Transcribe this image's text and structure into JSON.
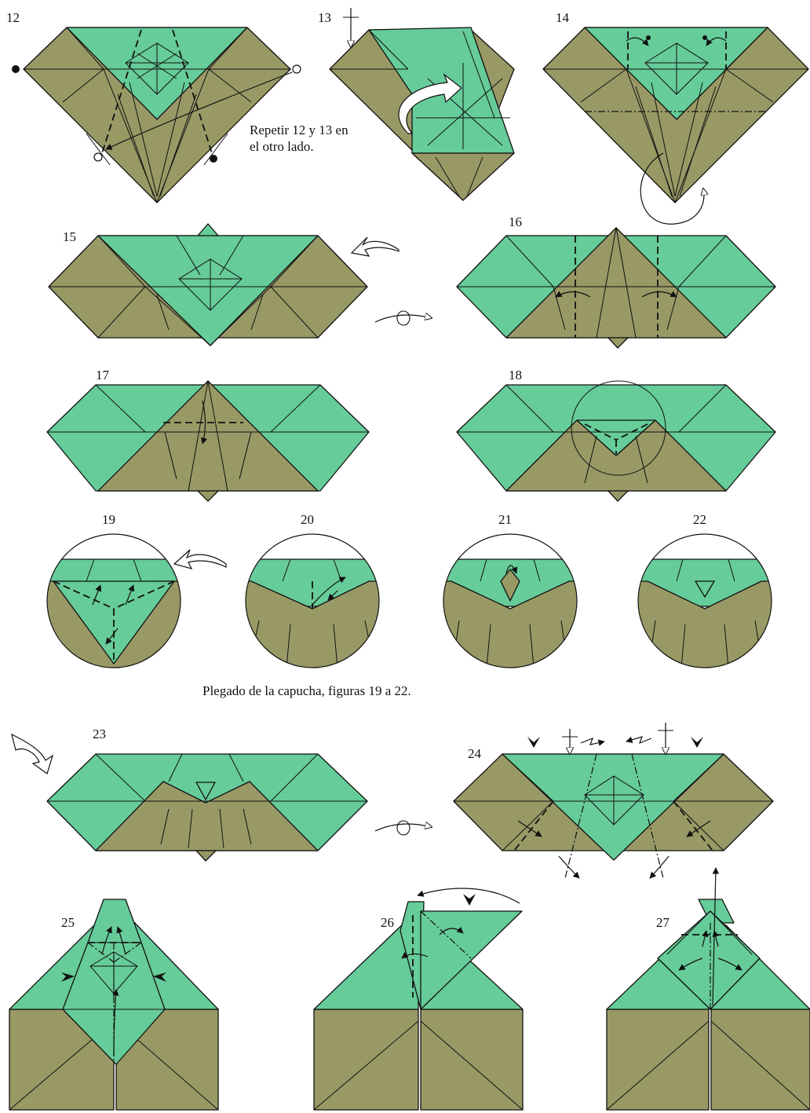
{
  "steps": {
    "s12": "12",
    "s13": "13",
    "s14": "14",
    "s15": "15",
    "s16": "16",
    "s17": "17",
    "s18": "18",
    "s19": "19",
    "s20": "20",
    "s21": "21",
    "s22": "22",
    "s23": "23",
    "s24": "24",
    "s25": "25",
    "s26": "26",
    "s27": "27"
  },
  "notes": {
    "repeat_line1": "Repetir 12 y 13 en",
    "repeat_line2": "el otro lado.",
    "hood_caption": "Plegado de la capucha, figuras 19 a 22."
  },
  "colors": {
    "paper_color": "#66cc99",
    "paper_white_side": "#999966"
  },
  "icons": [
    "valley-fold-line",
    "mountain-fold-line",
    "turn-over-icon",
    "fold-arrow",
    "push-arrow",
    "sink-arrow"
  ]
}
